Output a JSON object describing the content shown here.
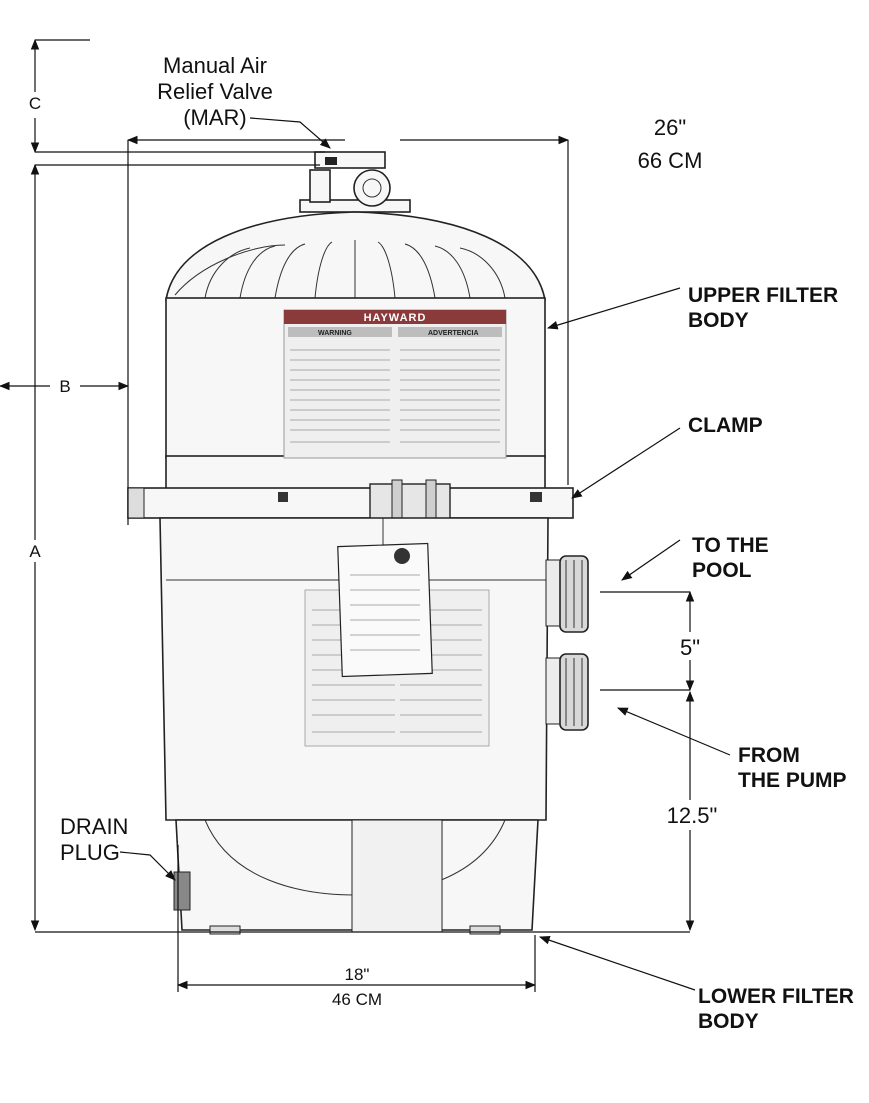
{
  "callouts": {
    "mar_line1": "Manual Air",
    "mar_line2": "Relief Valve",
    "mar_line3": "(MAR)",
    "upper_line1": "UPPER FILTER",
    "upper_line2": "BODY",
    "clamp": "CLAMP",
    "to_pool_line1": "TO THE",
    "to_pool_line2": "POOL",
    "from_pump_line1": "FROM",
    "from_pump_line2": "THE PUMP",
    "drain_line1": "DRAIN",
    "drain_line2": "PLUG",
    "lower_line1": "LOWER FILTER",
    "lower_line2": "BODY"
  },
  "dimensions": {
    "a": "A",
    "b": "B",
    "c": "C",
    "width_top_in": "26\"",
    "width_top_cm": "66 CM",
    "width_base_in": "18\"",
    "width_base_cm": "46 CM",
    "port_spacing": "5\"",
    "port_height": "12.5\""
  },
  "label_plate": {
    "brand": "HAYWARD",
    "warning": "WARNING",
    "advertencia": "ADVERTENCIA"
  }
}
